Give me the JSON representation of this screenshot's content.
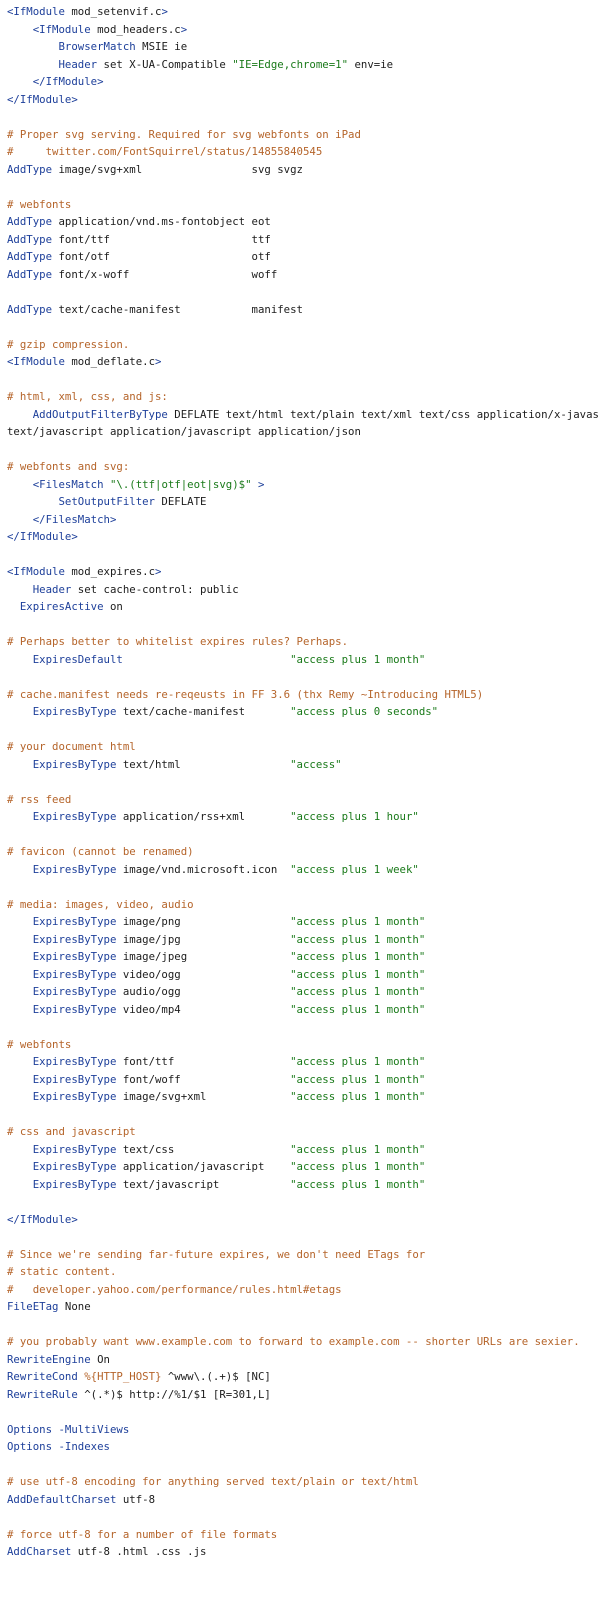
{
  "document": {
    "lines": [
      [
        {
          "t": "<IfModule",
          "c": "kw"
        },
        {
          "t": " mod_setenvif.c",
          "c": "tx"
        },
        {
          "t": ">",
          "c": "kw"
        }
      ],
      [
        {
          "t": "    <IfModule",
          "c": "kw"
        },
        {
          "t": " mod_headers.c",
          "c": "tx"
        },
        {
          "t": ">",
          "c": "kw"
        }
      ],
      [
        {
          "t": "        BrowserMatch",
          "c": "kw"
        },
        {
          "t": " MSIE ie",
          "c": "tx"
        }
      ],
      [
        {
          "t": "        Header",
          "c": "kw"
        },
        {
          "t": " set X-UA-Compatible ",
          "c": "tx"
        },
        {
          "t": "\"IE=Edge,chrome=1\"",
          "c": "st"
        },
        {
          "t": " env=ie",
          "c": "tx"
        }
      ],
      [
        {
          "t": "    </IfModule>",
          "c": "kw"
        }
      ],
      [
        {
          "t": "</IfModule>",
          "c": "kw"
        }
      ],
      [],
      [
        {
          "t": "# Proper svg serving. Required for svg webfonts on iPad",
          "c": "cm"
        }
      ],
      [
        {
          "t": "#     twitter.com/FontSquirrel/status/14855840545",
          "c": "cm"
        }
      ],
      [
        {
          "t": "AddType",
          "c": "kw"
        },
        {
          "t": " image/svg+xml                 svg svgz",
          "c": "tx"
        }
      ],
      [],
      [
        {
          "t": "# webfonts",
          "c": "cm"
        }
      ],
      [
        {
          "t": "AddType",
          "c": "kw"
        },
        {
          "t": " application/vnd.ms-fontobject eot",
          "c": "tx"
        }
      ],
      [
        {
          "t": "AddType",
          "c": "kw"
        },
        {
          "t": " font/ttf                      ttf",
          "c": "tx"
        }
      ],
      [
        {
          "t": "AddType",
          "c": "kw"
        },
        {
          "t": " font/otf                      otf",
          "c": "tx"
        }
      ],
      [
        {
          "t": "AddType",
          "c": "kw"
        },
        {
          "t": " font/x-woff                   woff",
          "c": "tx"
        }
      ],
      [],
      [
        {
          "t": "AddType",
          "c": "kw"
        },
        {
          "t": " text/cache-manifest           manifest",
          "c": "tx"
        }
      ],
      [],
      [
        {
          "t": "# gzip compression.",
          "c": "cm"
        }
      ],
      [
        {
          "t": "<IfModule",
          "c": "kw"
        },
        {
          "t": " mod_deflate.c",
          "c": "tx"
        },
        {
          "t": ">",
          "c": "kw"
        }
      ],
      [],
      [
        {
          "t": "# html, xml, css, and js:",
          "c": "cm"
        }
      ],
      [
        {
          "t": "    AddOutputFilterByType",
          "c": "kw"
        },
        {
          "t": " DEFLATE text/html text/plain text/xml text/css application/x-javascript",
          "c": "tx"
        }
      ],
      [
        {
          "t": "text/javascript application/javascript application/json",
          "c": "tx"
        }
      ],
      [],
      [
        {
          "t": "# webfonts and svg:",
          "c": "cm"
        }
      ],
      [
        {
          "t": "    <FilesMatch",
          "c": "kw"
        },
        {
          "t": " ",
          "c": "tx"
        },
        {
          "t": "\"\\.(ttf|otf|eot|svg)$\"",
          "c": "st"
        },
        {
          "t": " >",
          "c": "kw"
        }
      ],
      [
        {
          "t": "        SetOutputFilter",
          "c": "kw"
        },
        {
          "t": " DEFLATE",
          "c": "tx"
        }
      ],
      [
        {
          "t": "    </FilesMatch>",
          "c": "kw"
        }
      ],
      [
        {
          "t": "</IfModule>",
          "c": "kw"
        }
      ],
      [],
      [
        {
          "t": "<IfModule",
          "c": "kw"
        },
        {
          "t": " mod_expires.c",
          "c": "tx"
        },
        {
          "t": ">",
          "c": "kw"
        }
      ],
      [
        {
          "t": "    Header",
          "c": "kw"
        },
        {
          "t": " set cache-control: public",
          "c": "tx"
        }
      ],
      [
        {
          "t": "  ExpiresActive",
          "c": "kw"
        },
        {
          "t": " on",
          "c": "tx"
        }
      ],
      [],
      [
        {
          "t": "# Perhaps better to whitelist expires rules? Perhaps.",
          "c": "cm"
        }
      ],
      [
        {
          "t": "    ExpiresDefault",
          "c": "kw"
        },
        {
          "t": "                          ",
          "c": "tx"
        },
        {
          "t": "\"access plus 1 month\"",
          "c": "st"
        }
      ],
      [],
      [
        {
          "t": "# cache.manifest needs re-reqeusts in FF 3.6 (thx Remy ~Introducing HTML5)",
          "c": "cm"
        }
      ],
      [
        {
          "t": "    ExpiresByType",
          "c": "kw"
        },
        {
          "t": " text/cache-manifest       ",
          "c": "tx"
        },
        {
          "t": "\"access plus 0 seconds\"",
          "c": "st"
        }
      ],
      [],
      [
        {
          "t": "# your document html",
          "c": "cm"
        }
      ],
      [
        {
          "t": "    ExpiresByType",
          "c": "kw"
        },
        {
          "t": " text/html                 ",
          "c": "tx"
        },
        {
          "t": "\"access\"",
          "c": "st"
        }
      ],
      [],
      [
        {
          "t": "# rss feed",
          "c": "cm"
        }
      ],
      [
        {
          "t": "    ExpiresByType",
          "c": "kw"
        },
        {
          "t": " application/rss+xml       ",
          "c": "tx"
        },
        {
          "t": "\"access plus 1 hour\"",
          "c": "st"
        }
      ],
      [],
      [
        {
          "t": "# favicon (cannot be renamed)",
          "c": "cm"
        }
      ],
      [
        {
          "t": "    ExpiresByType",
          "c": "kw"
        },
        {
          "t": " image/vnd.microsoft.icon  ",
          "c": "tx"
        },
        {
          "t": "\"access plus 1 week\"",
          "c": "st"
        }
      ],
      [],
      [
        {
          "t": "# media: images, video, audio",
          "c": "cm"
        }
      ],
      [
        {
          "t": "    ExpiresByType",
          "c": "kw"
        },
        {
          "t": " image/png                 ",
          "c": "tx"
        },
        {
          "t": "\"access plus 1 month\"",
          "c": "st"
        }
      ],
      [
        {
          "t": "    ExpiresByType",
          "c": "kw"
        },
        {
          "t": " image/jpg                 ",
          "c": "tx"
        },
        {
          "t": "\"access plus 1 month\"",
          "c": "st"
        }
      ],
      [
        {
          "t": "    ExpiresByType",
          "c": "kw"
        },
        {
          "t": " image/jpeg                ",
          "c": "tx"
        },
        {
          "t": "\"access plus 1 month\"",
          "c": "st"
        }
      ],
      [
        {
          "t": "    ExpiresByType",
          "c": "kw"
        },
        {
          "t": " video/ogg                 ",
          "c": "tx"
        },
        {
          "t": "\"access plus 1 month\"",
          "c": "st"
        }
      ],
      [
        {
          "t": "    ExpiresByType",
          "c": "kw"
        },
        {
          "t": " audio/ogg                 ",
          "c": "tx"
        },
        {
          "t": "\"access plus 1 month\"",
          "c": "st"
        }
      ],
      [
        {
          "t": "    ExpiresByType",
          "c": "kw"
        },
        {
          "t": " video/mp4                 ",
          "c": "tx"
        },
        {
          "t": "\"access plus 1 month\"",
          "c": "st"
        }
      ],
      [],
      [
        {
          "t": "# webfonts",
          "c": "cm"
        }
      ],
      [
        {
          "t": "    ExpiresByType",
          "c": "kw"
        },
        {
          "t": " font/ttf                  ",
          "c": "tx"
        },
        {
          "t": "\"access plus 1 month\"",
          "c": "st"
        }
      ],
      [
        {
          "t": "    ExpiresByType",
          "c": "kw"
        },
        {
          "t": " font/woff                 ",
          "c": "tx"
        },
        {
          "t": "\"access plus 1 month\"",
          "c": "st"
        }
      ],
      [
        {
          "t": "    ExpiresByType",
          "c": "kw"
        },
        {
          "t": " image/svg+xml             ",
          "c": "tx"
        },
        {
          "t": "\"access plus 1 month\"",
          "c": "st"
        }
      ],
      [],
      [
        {
          "t": "# css and javascript",
          "c": "cm"
        }
      ],
      [
        {
          "t": "    ExpiresByType",
          "c": "kw"
        },
        {
          "t": " text/css                  ",
          "c": "tx"
        },
        {
          "t": "\"access plus 1 month\"",
          "c": "st"
        }
      ],
      [
        {
          "t": "    ExpiresByType",
          "c": "kw"
        },
        {
          "t": " application/javascript    ",
          "c": "tx"
        },
        {
          "t": "\"access plus 1 month\"",
          "c": "st"
        }
      ],
      [
        {
          "t": "    ExpiresByType",
          "c": "kw"
        },
        {
          "t": " text/javascript           ",
          "c": "tx"
        },
        {
          "t": "\"access plus 1 month\"",
          "c": "st"
        }
      ],
      [],
      [
        {
          "t": "</IfModule>",
          "c": "kw"
        }
      ],
      [],
      [
        {
          "t": "# Since we're sending far-future expires, we don't need ETags for",
          "c": "cm"
        }
      ],
      [
        {
          "t": "# static content.",
          "c": "cm"
        }
      ],
      [
        {
          "t": "#   developer.yahoo.com/performance/rules.html#etags",
          "c": "cm"
        }
      ],
      [
        {
          "t": "FileETag",
          "c": "kw"
        },
        {
          "t": " None",
          "c": "tx"
        }
      ],
      [],
      [
        {
          "t": "# you probably want www.example.com to forward to example.com -- shorter URLs are sexier.",
          "c": "cm"
        }
      ],
      [
        {
          "t": "RewriteEngine",
          "c": "kw"
        },
        {
          "t": " On",
          "c": "tx"
        }
      ],
      [
        {
          "t": "RewriteCond",
          "c": "kw"
        },
        {
          "t": " ",
          "c": "tx"
        },
        {
          "t": "%{HTTP_HOST}",
          "c": "cm"
        },
        {
          "t": " ^www\\.(.+)$ [NC]",
          "c": "tx"
        }
      ],
      [
        {
          "t": "RewriteRule",
          "c": "kw"
        },
        {
          "t": " ^(.*)$ http://%1/$1 [R=301,L]",
          "c": "tx"
        }
      ],
      [],
      [
        {
          "t": "Options",
          "c": "kw"
        },
        {
          "t": " -MultiViews",
          "c": "kw"
        }
      ],
      [
        {
          "t": "Options",
          "c": "kw"
        },
        {
          "t": " -Indexes",
          "c": "kw"
        }
      ],
      [],
      [
        {
          "t": "# use utf-8 encoding for anything served text/plain or text/html",
          "c": "cm"
        }
      ],
      [
        {
          "t": "AddDefaultCharset",
          "c": "kw"
        },
        {
          "t": " utf-8",
          "c": "tx"
        }
      ],
      [],
      [
        {
          "t": "# force utf-8 for a number of file formats",
          "c": "cm"
        }
      ],
      [
        {
          "t": "AddCharset",
          "c": "kw"
        },
        {
          "t": " utf-8 .html .css .js",
          "c": "tx"
        }
      ]
    ],
    "colors": {
      "directive": "#1d3f9a",
      "comment": "#b5642a",
      "string": "#1a7a1a",
      "text": "#1c1c1c",
      "background": "#ffffff"
    }
  }
}
